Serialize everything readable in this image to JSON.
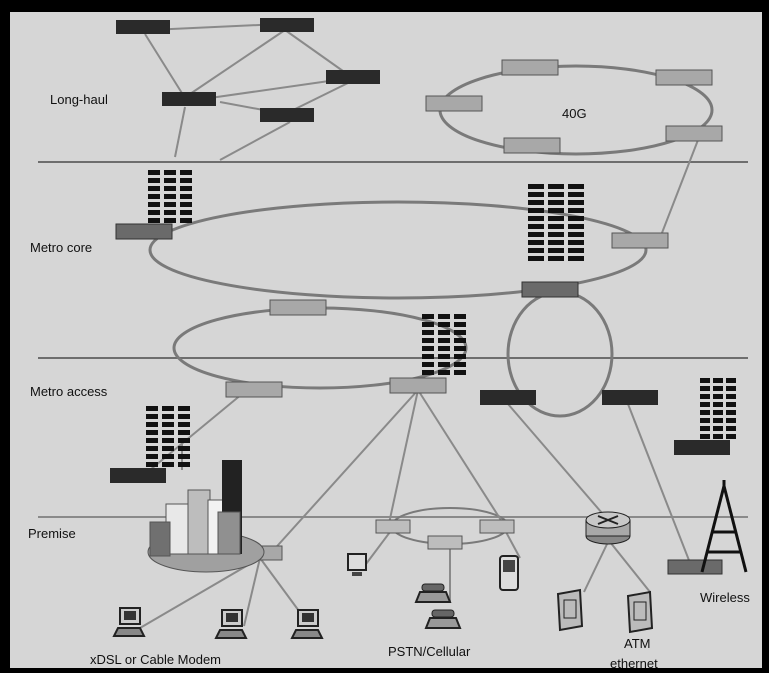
{
  "layers": {
    "long_haul": "Long-haul",
    "metro_core": "Metro core",
    "metro_access": "Metro access",
    "premise": "Premise"
  },
  "ring_label": "40G",
  "endpoints": {
    "xdsl": "xDSL or Cable Modem",
    "pstn": "PSTN/Cellular",
    "atm_line1": "ATM",
    "atm_line2": "ethernet",
    "wireless": "Wireless"
  },
  "colors": {
    "background": "#d6d6d6",
    "divider": "#6e6e6e",
    "node_dark": "#2a2a2a",
    "node_light": "#a8a8a8",
    "ring": "#7a7a7a"
  }
}
